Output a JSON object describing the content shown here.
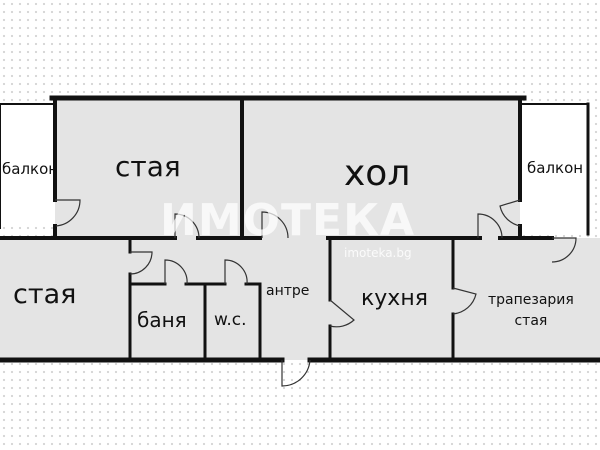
{
  "colors": {
    "background": "#ffffff",
    "room_fill": "#e4e4e4",
    "balcony_fill": "#ffffff",
    "wall": "#111111",
    "door": "#333333"
  },
  "rooms": {
    "balcony_left": "балкон",
    "room_top": "стая",
    "living": "хол",
    "balcony_right": "балкон",
    "room_bottom": "стая",
    "bathroom": "баня",
    "wc": "w.c.",
    "hall": "антре",
    "kitchen": "кухня",
    "dining_line1": "трапезария",
    "dining_line2": "стая"
  },
  "watermark": {
    "logo": "ИМОТЕКА",
    "url": "imoteka.bg"
  }
}
